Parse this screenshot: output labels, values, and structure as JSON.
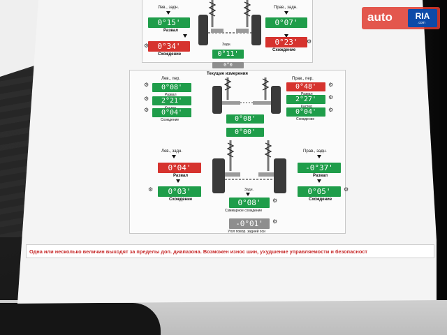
{
  "watermark": {
    "brand_left": "auto",
    "brand_right": "RIA",
    "domain": ".com"
  },
  "top_block": {
    "rear_left_label": "Лев., задн.",
    "rear_right_label": "Прав., задн.",
    "camber_left": "0°15'",
    "camber_right": "0°07'",
    "camber_label": "Развал",
    "toe_left": "0°34'",
    "toe_right": "0°23'",
    "toe_label": "Схождение",
    "rear_label": "Задн.",
    "total_toe": "0°11'",
    "angle_top": "0°0"
  },
  "current_block": {
    "title": "Текущие измерения",
    "front_left_label": "Лев., пер.",
    "front_right_label": "Прав., пер.",
    "camber_label": "Развал",
    "caster_label": "Кастер",
    "toe_label": "Схождение",
    "camber_left": "0°08'",
    "camber_right": "0°48'",
    "caster_left": "2°21'",
    "caster_right": "2°27'",
    "toe_left": "0°04'",
    "toe_right": "0°04'",
    "front_total": "0°08'",
    "setback": "0°00'"
  },
  "rear_block": {
    "rear_left_label": "Лев., задн.",
    "rear_right_label": "Прав., задн.",
    "camber_label": "Развал",
    "toe_label": "Схождение",
    "camber_left": "0°04'",
    "camber_right": "-0°37'",
    "toe_left": "0°03'",
    "toe_right": "0°05'",
    "rear_label": "Задн.",
    "total_toe": "0°08'",
    "total_toe_label": "Суммарное схождение",
    "thrust": "-0°01'",
    "thrust_label": "Угол повор. задней оси"
  },
  "warning_text": "Одна или несколько величин выходят за пределы доп. диапазона. Возможен износ шин, ухудшение управляемости и безопасност"
}
